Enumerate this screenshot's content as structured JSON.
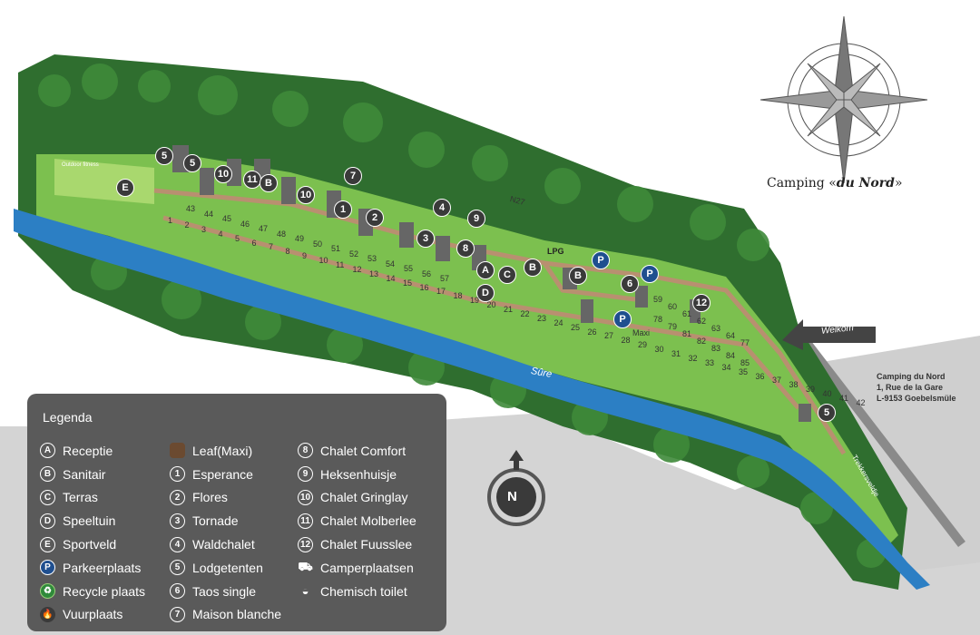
{
  "brand": {
    "prefix": "Camping «",
    "name": "du Nord",
    "suffix": "»"
  },
  "address": {
    "line1": "Camping du Nord",
    "line2": "1, Rue de la Gare",
    "line3": "L-9153 Goebelsmüle"
  },
  "welcome": "Welkom",
  "river_label": "Sûre",
  "road_label": "N27",
  "path_label": "Trekkersveldje",
  "fitness_label": "Outdoor fitness",
  "compass_letter": "N",
  "lpg_label": "LPG",
  "maxi_label": "Maxi",
  "legend": {
    "title": "Legenda",
    "col1": [
      {
        "sym": "A",
        "label": "Receptie"
      },
      {
        "sym": "B",
        "label": "Sanitair"
      },
      {
        "sym": "C",
        "label": "Terras"
      },
      {
        "sym": "D",
        "label": "Speeltuin"
      },
      {
        "sym": "E",
        "label": "Sportveld"
      },
      {
        "sym": "P",
        "label": "Parkeerplaats"
      },
      {
        "sym": "♻",
        "label": "Recycle plaats"
      },
      {
        "sym": "🔥",
        "label": "Vuurplaats"
      }
    ],
    "col2": [
      {
        "sym": "",
        "label": "Leaf(Maxi)"
      },
      {
        "sym": "1",
        "label": "Esperance"
      },
      {
        "sym": "2",
        "label": "Flores"
      },
      {
        "sym": "3",
        "label": "Tornade"
      },
      {
        "sym": "4",
        "label": "Waldchalet"
      },
      {
        "sym": "5",
        "label": "Lodgetenten"
      },
      {
        "sym": "6",
        "label": "Taos single"
      },
      {
        "sym": "7",
        "label": "Maison blanche"
      }
    ],
    "col3": [
      {
        "sym": "8",
        "label": "Chalet Comfort"
      },
      {
        "sym": "9",
        "label": "Heksenhuisje"
      },
      {
        "sym": "10",
        "label": "Chalet Gringlay"
      },
      {
        "sym": "11",
        "label": "Chalet Molberlee"
      },
      {
        "sym": "12",
        "label": "Chalet Fuusslee"
      },
      {
        "sym": "⛟",
        "label": "Camperplaatsen"
      },
      {
        "sym": "◒",
        "label": "Chemisch toilet"
      }
    ]
  },
  "map_markers": [
    {
      "label": "5"
    },
    {
      "label": "5"
    },
    {
      "label": "10"
    },
    {
      "label": "11"
    },
    {
      "label": "B"
    },
    {
      "label": "E"
    },
    {
      "label": "10"
    },
    {
      "label": "7"
    },
    {
      "label": "1"
    },
    {
      "label": "2"
    },
    {
      "label": "4"
    },
    {
      "label": "9"
    },
    {
      "label": "3"
    },
    {
      "label": "8"
    },
    {
      "label": "A"
    },
    {
      "label": "C"
    },
    {
      "label": "B"
    },
    {
      "label": "D"
    },
    {
      "label": "B"
    },
    {
      "label": "6"
    },
    {
      "label": "12"
    },
    {
      "label": "5"
    },
    {
      "label": "P"
    },
    {
      "label": "P"
    },
    {
      "label": "P"
    }
  ],
  "plot_numbers": [
    "1",
    "2",
    "3",
    "4",
    "5",
    "6",
    "7",
    "8",
    "9",
    "10",
    "11",
    "12",
    "13",
    "14",
    "15",
    "16",
    "17",
    "18",
    "19",
    "20",
    "21",
    "22",
    "23",
    "24",
    "25",
    "26",
    "27",
    "28",
    "29",
    "30",
    "31",
    "32",
    "33",
    "34",
    "35",
    "36",
    "37",
    "38",
    "39",
    "40",
    "41",
    "42",
    "43",
    "44",
    "45",
    "46",
    "47",
    "48",
    "49",
    "50",
    "51",
    "52",
    "53",
    "54",
    "55",
    "56",
    "57",
    "59",
    "60",
    "61",
    "62",
    "63",
    "64",
    "77",
    "78",
    "79",
    "81",
    "82",
    "83",
    "84",
    "85"
  ],
  "colors": {
    "grass": "#7cc04f",
    "grass_light": "#a9d86e",
    "trees": "#2f6e2f",
    "river": "#2c7fc4",
    "road": "#8a8a8a",
    "path": "#b89070",
    "legend_bg": "#5a5a5a",
    "marker": "#3a3a3a",
    "parking": "#1f4f8f"
  }
}
